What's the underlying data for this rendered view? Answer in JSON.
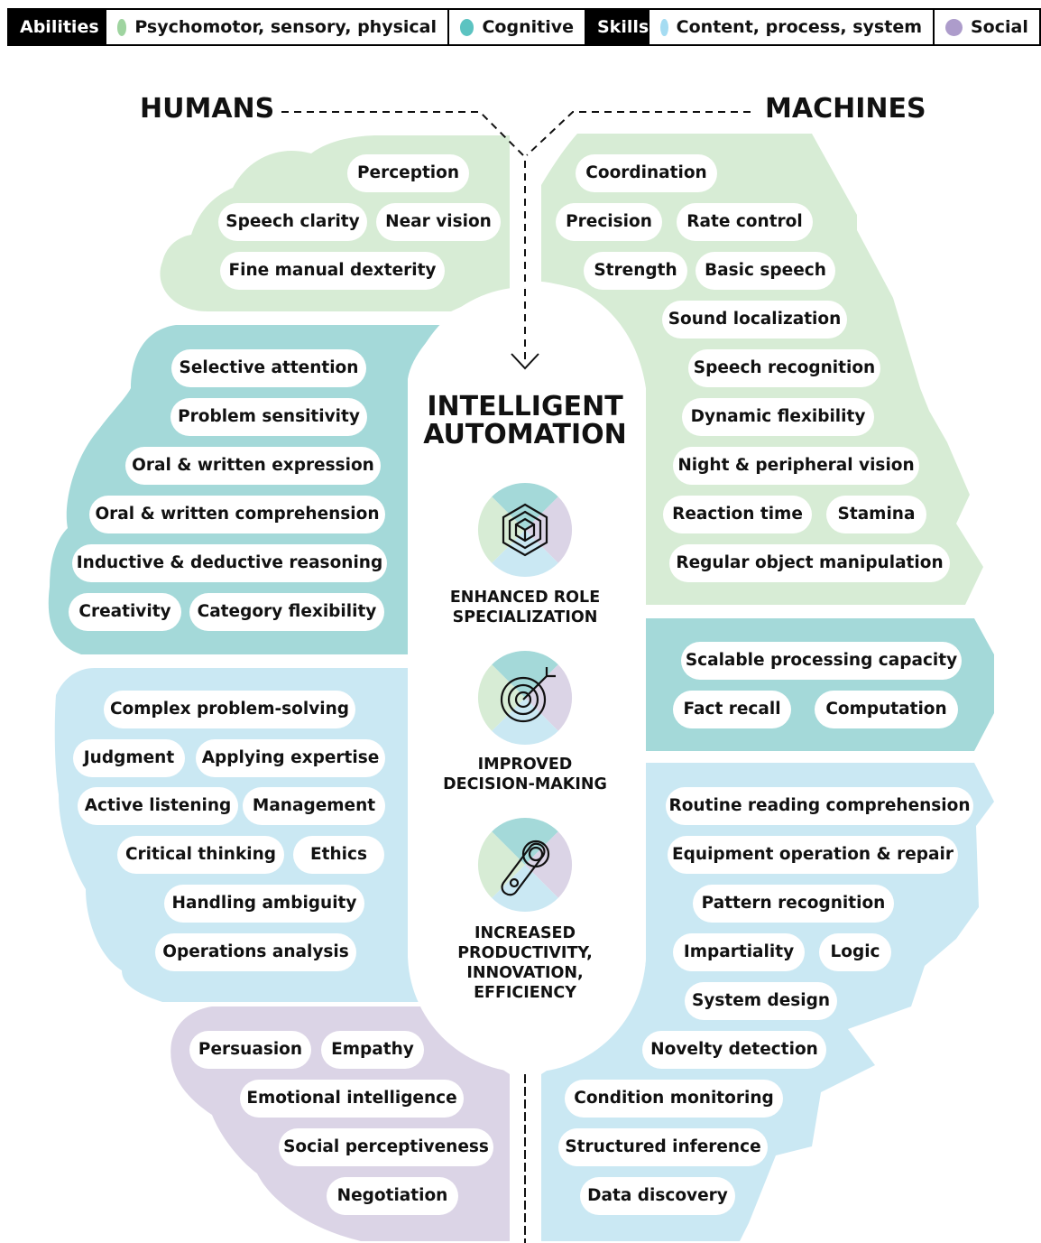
{
  "colors": {
    "green": "#d7ecd5",
    "teal": "#a4d9d9",
    "blue": "#cae8f3",
    "purple": "#dbd4e6",
    "green_dot": "#9fd4a0",
    "teal_dot": "#5cc3c1",
    "blue_dot": "#a5dcf2",
    "purple_dot": "#ad9ccb"
  },
  "legend": [
    {
      "label": "Abilities",
      "dark": true
    },
    {
      "label": "Psychomotor, sensory, physical",
      "dot": "green_dot"
    },
    {
      "label": "Cognitive",
      "dot": "teal_dot"
    },
    {
      "label": "Skills",
      "dark": true
    },
    {
      "label": "Content, process, system",
      "dot": "blue_dot"
    },
    {
      "label": "Social",
      "dot": "purple_dot"
    }
  ],
  "headings": {
    "humans": "HUMANS",
    "machines": "MACHINES"
  },
  "center": {
    "title_line1": "INTELLIGENT",
    "title_line2": "AUTOMATION",
    "outcomes": [
      {
        "icon": "hexagon-cube-icon",
        "lines": [
          "ENHANCED ROLE",
          "SPECIALIZATION"
        ]
      },
      {
        "icon": "target-dart-icon",
        "lines": [
          "IMPROVED",
          "DECISION-MAKING"
        ]
      },
      {
        "icon": "mouse-cursor-icon",
        "lines": [
          "INCREASED",
          "PRODUCTIVITY,",
          "INNOVATION,",
          "EFFICIENCY"
        ]
      }
    ]
  },
  "humans": {
    "physical": [
      "Perception",
      "Speech clarity",
      "Near vision",
      "Fine manual dexterity"
    ],
    "cognitive": [
      "Selective attention",
      "Problem sensitivity",
      "Oral & written expression",
      "Oral & written comprehension",
      "Inductive & deductive reasoning",
      "Creativity",
      "Category flexibility"
    ],
    "content": [
      "Complex problem-solving",
      "Judgment",
      "Applying expertise",
      "Active listening",
      "Management",
      "Critical thinking",
      "Ethics",
      "Handling ambiguity",
      "Operations analysis"
    ],
    "social": [
      "Persuasion",
      "Empathy",
      "Emotional intelligence",
      "Social perceptiveness",
      "Negotiation"
    ]
  },
  "machines": {
    "physical": [
      "Coordination",
      "Precision",
      "Rate control",
      "Strength",
      "Basic speech",
      "Sound localization",
      "Speech recognition",
      "Dynamic flexibility",
      "Night & peripheral vision",
      "Reaction time",
      "Stamina",
      "Regular object manipulation"
    ],
    "cognitive": [
      "Scalable processing capacity",
      "Fact recall",
      "Computation"
    ],
    "content": [
      "Routine reading comprehension",
      "Equipment operation & repair",
      "Pattern recognition",
      "Impartiality",
      "Logic",
      "System design",
      "Novelty detection",
      "Condition monitoring",
      "Structured inference",
      "Data discovery"
    ]
  }
}
